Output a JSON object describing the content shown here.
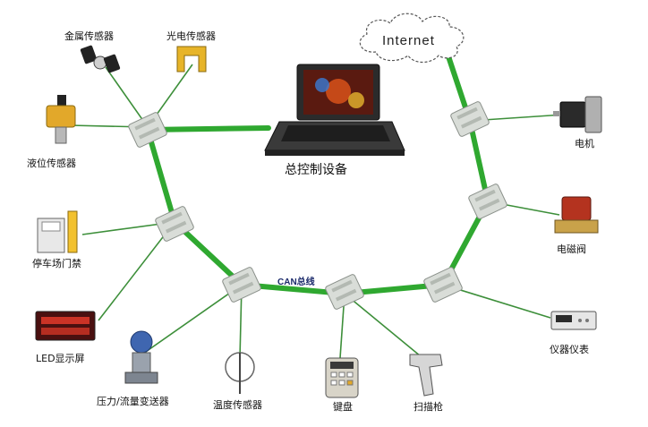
{
  "diagram": {
    "internet_label": "Internet",
    "can_bus_label": "CAN总线",
    "controller_label": "总控制设备",
    "device_labels": {
      "metal_sensor": "金属传感器",
      "photo_sensor": "光电传感器",
      "level_sensor": "液位传感器",
      "parking_gate": "停车场门禁",
      "led_display": "LED显示屏",
      "pressure_transmitter": "压力/流量变送器",
      "temperature_sensor": "温度传感器",
      "keyboard": "键盘",
      "scanner": "扫描枪",
      "instrument": "仪器仪表",
      "solenoid_valve": "电磁阀",
      "motor": "电机"
    },
    "colors": {
      "bus_line": "#2fa830",
      "wire": "#3d8f3a",
      "node_body": "#d9ddd8",
      "node_edge": "#8a908a"
    }
  }
}
